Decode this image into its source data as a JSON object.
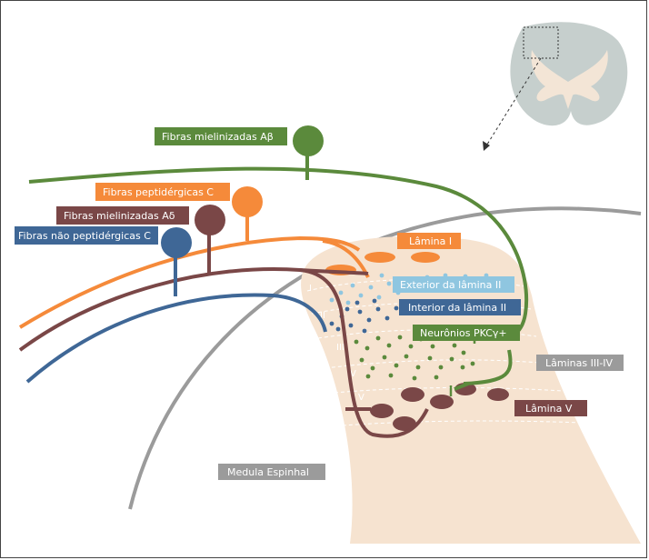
{
  "colors": {
    "green": "#5b8a3c",
    "orange": "#f58a3a",
    "maroon": "#7a4747",
    "blue": "#3f6796",
    "lightblue": "#8fc6e0",
    "gray": "#9b9b9b",
    "cord": "#f6e3d0"
  },
  "labels": {
    "fibras_ab": "Fibras mielinizadas Aβ",
    "fibras_pept_c": "Fibras peptidérgicas C",
    "fibras_ad": "Fibras mielinizadas Aδ",
    "fibras_nao_pept_c": "Fibras não peptidérgicas C",
    "lamina_i": "Lâmina I",
    "exterior_lamina_ii": "Exterior da lâmina II",
    "interior_lamina_ii": "Interior da lâmina II",
    "neuronios_pkcy": "Neurônios PKCγ+",
    "laminas_iii_iv": "Lâminas III-IV",
    "lamina_v": "Lâmina V",
    "medula_espinhal": "Medula Espinhal"
  },
  "lamina_numerals": [
    "I",
    "II",
    "III",
    "IV",
    "V"
  ]
}
